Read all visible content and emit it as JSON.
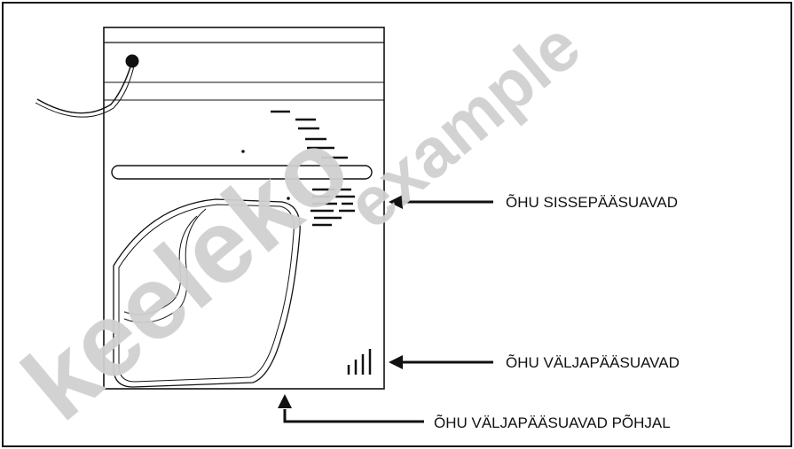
{
  "labels": {
    "air_intake": "ÕHU SISSEPÄÄSUAVAD",
    "air_outlet": "ÕHU VÄLJAPÄÄSUAVAD",
    "air_outlet_bottom": "ÕHU VÄLJAPÄÄSUAVAD PÕHJAL"
  },
  "watermark": {
    "word1": "keeleko",
    "word2": "example"
  },
  "colors": {
    "line": "#111111",
    "watermark": "#d0d0d0",
    "background": "#ffffff"
  }
}
